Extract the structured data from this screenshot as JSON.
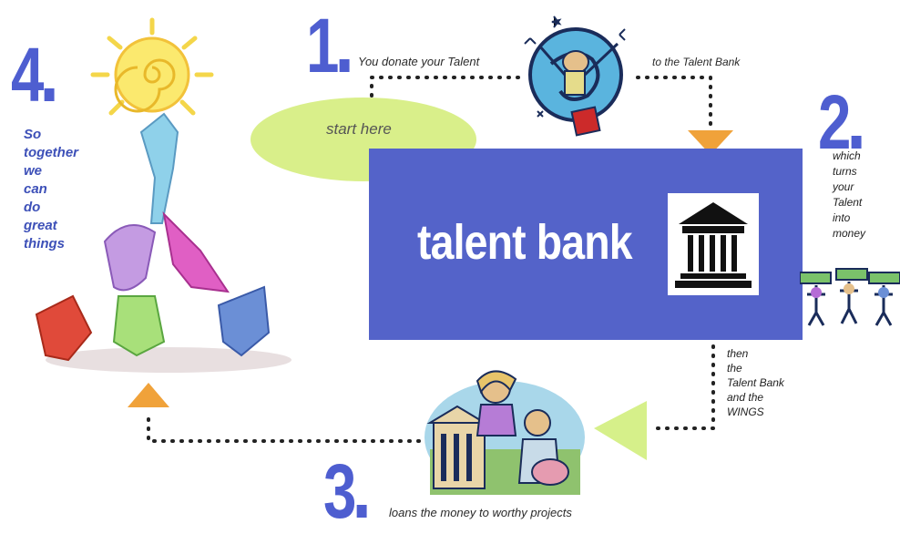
{
  "steps": {
    "one": {
      "number": "1",
      "text_a": "You donate your Talent",
      "text_b": "to the Talent Bank"
    },
    "two": {
      "number": "2",
      "lines": [
        "which",
        "turns",
        "your",
        "Talent",
        "into",
        "money"
      ]
    },
    "three": {
      "number": "3",
      "text": "loans the money to worthy projects",
      "lines": [
        "then",
        "the",
        "Talent Bank",
        "and the",
        "WINGS"
      ]
    },
    "four": {
      "number": "4",
      "lines": [
        "So",
        "together",
        "we",
        "can",
        "do",
        "great",
        "things"
      ]
    }
  },
  "start_label": "start here",
  "bank_title": "talent bank",
  "colors": {
    "number_blue": "#4e5ed0",
    "bank_box": "#5463c9",
    "start_ellipse": "#d9ef8a",
    "arrow_orange": "#f0a23a",
    "arrow_green": "#d6f08a"
  },
  "icons": [
    "sun-illustration",
    "dancing-figures-illustration",
    "juggler-illustration",
    "bank-building-icon",
    "money-carriers-illustration",
    "bank-loan-illustration"
  ]
}
